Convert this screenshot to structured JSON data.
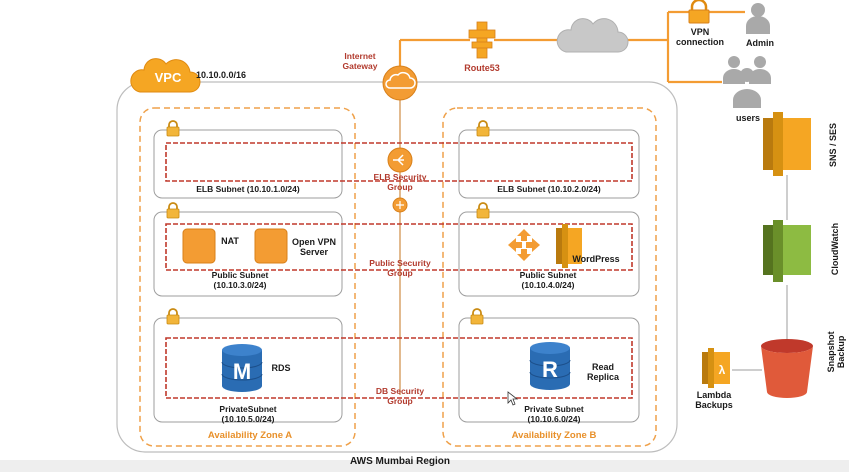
{
  "region": {
    "label": "AWS Mumbai Region"
  },
  "vpc": {
    "badge": "VPC",
    "cidr": "10.10.0.0/16"
  },
  "internet_gateway": {
    "label": "Internet\nGateway"
  },
  "route53": {
    "label": "Route53"
  },
  "vpn": {
    "label": "VPN\nconnection"
  },
  "admin": {
    "label": "Admin"
  },
  "users": {
    "label": "users"
  },
  "services": {
    "sns_ses": "SNS / SES",
    "cloudwatch": "CloudWatch",
    "snapshot": "Snapshot\nBackup",
    "lambda": "Lambda\nBackups"
  },
  "zones": {
    "a": "Availability Zone A",
    "b": "Availability Zone B"
  },
  "subnets": {
    "elb_a": "ELB Subnet (10.10.1.0/24)",
    "elb_b": "ELB Subnet (10.10.2.0/24)",
    "public_a": "Public Subnet\n(10.10.3.0/24)",
    "public_b": "Public Subnet\n(10.10.4.0/24)",
    "private_a": "PrivateSubnet\n(10.10.5.0/24)",
    "private_b": "Private Subnet\n(10.10.6.0/24)"
  },
  "security_groups": {
    "elb": "ELB Security\nGroup",
    "public": "Public Security\nGroup",
    "db": "DB Security\nGroup"
  },
  "resources": {
    "nat": "NAT",
    "openvpn": "Open VPN\nServer",
    "wordpress": "WordPress",
    "rds": "RDS",
    "rds_letter": "M",
    "replica": "Read\nReplica",
    "replica_letter": "R"
  },
  "colors": {
    "orange": "#f5a623",
    "line_orange": "#f39c33",
    "zone_dash": "#efa14a",
    "sg_red": "#c0392b",
    "rds_blue": "#2a6cb3",
    "cw_green": "#7aa23a",
    "s3_red": "#e05a3a",
    "gray": "#b5b5b5"
  }
}
